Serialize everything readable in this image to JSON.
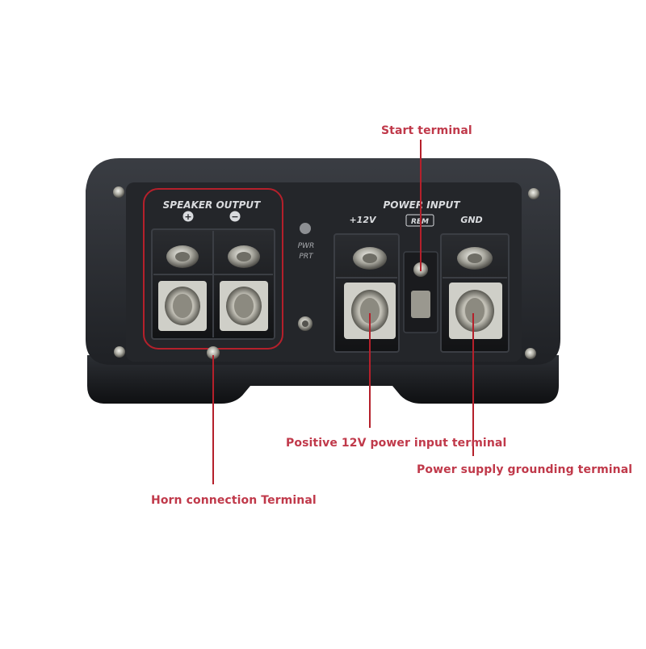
{
  "colors": {
    "accent": "#b5202b",
    "callout_text": "#c0394a",
    "panel": "#2b2e33",
    "panel_dark": "#17191c",
    "panel_label": "#d9dbde"
  },
  "panel_labels": {
    "speaker_output": "SPEAKER OUTPUT",
    "plus_sign": "+",
    "minus_sign": "−",
    "pwr": "PWR",
    "prt": "PRT",
    "power_input": "POWER INPUT",
    "plus_12v": "+12V",
    "rem": "REM",
    "gnd": "GND"
  },
  "callouts": {
    "start_terminal": "Start terminal",
    "positive_12v": "Positive 12V power input terminal",
    "grounding": "Power supply grounding terminal",
    "horn": "Horn connection Terminal"
  }
}
